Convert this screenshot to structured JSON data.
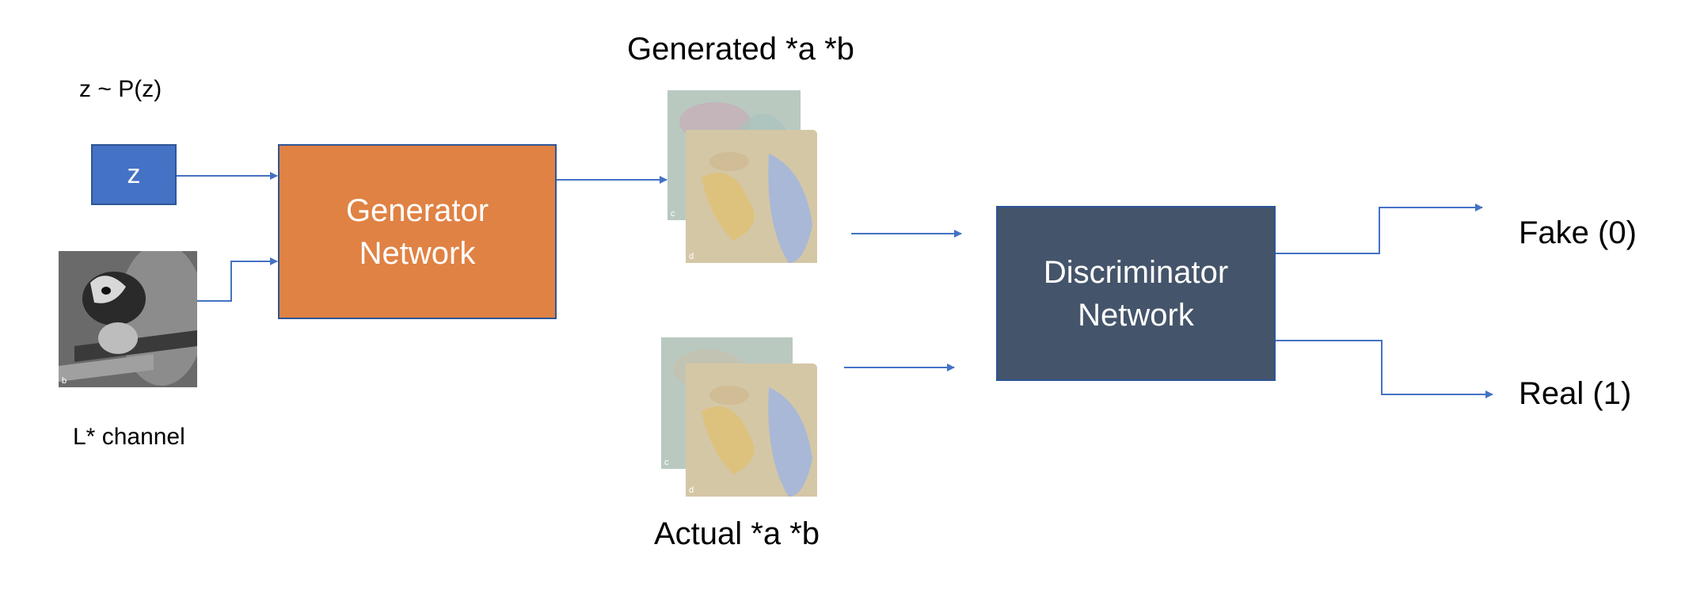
{
  "labels": {
    "z_dist": "z ~ P(z)",
    "z_box": "z",
    "l_channel": "L* channel",
    "generator": "Generator\nNetwork",
    "generated": "Generated *a *b",
    "actual": "Actual *a *b",
    "discriminator": "Discriminator\nNetwork",
    "fake": "Fake (0)",
    "real": "Real (1)"
  },
  "thumb_tags": {
    "back": "c",
    "front": "d",
    "bw": "b"
  },
  "colors": {
    "arrow": "#4472c4",
    "z_box": "#4472c4",
    "generator": "#e08244",
    "discriminator": "#44546a",
    "ab_back": "#b9c9c0",
    "ab_front": "#d4c7a6",
    "ab_blue": "#a9b8d6",
    "bw_dark": "#303030"
  }
}
